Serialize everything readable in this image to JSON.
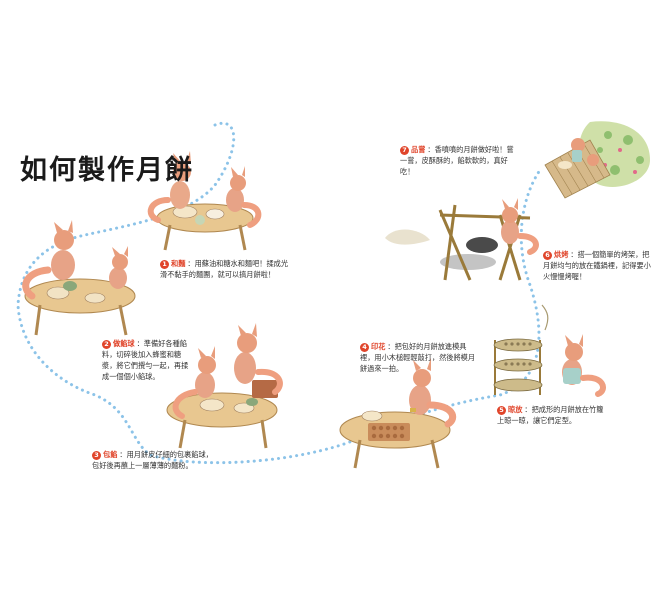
{
  "title": "如何製作月餅",
  "steps": [
    {
      "num": "1",
      "name": "和麵",
      "text": "：用蘇油和糖水和麵吧！揉成光滑不黏手的麵團，就可以搞月餅啦！"
    },
    {
      "num": "2",
      "name": "做餡球",
      "text": "：準備好各種餡料，切碎後加入蜂蜜和糖漿，將它們攪勻一起，再揉成一個個小餡球。"
    },
    {
      "num": "3",
      "name": "包餡",
      "text": "：用月餅皮仔細的包裹餡球，包好後再蘸上一層薄薄的麵粉。"
    },
    {
      "num": "4",
      "name": "印花",
      "text": "：把包好的月餅放進模具裡，用小木槌輕輕敲打，然後將模月餅過來一拍。"
    },
    {
      "num": "5",
      "name": "晾放",
      "text": "：把成形的月餅放在竹籮上晾一晾，讓它們定型。"
    },
    {
      "num": "6",
      "name": "烘烤",
      "text": "：搭一個簡單的烤架，把月餅均勻的放在鐵鍋裡，記得要小火慢慢烤喔！"
    },
    {
      "num": "7",
      "name": "品嘗",
      "text": "：香噴噴的月餅做好啦！嘗一嘗，皮酥酥的，餡軟軟的，真好吃！"
    }
  ]
}
